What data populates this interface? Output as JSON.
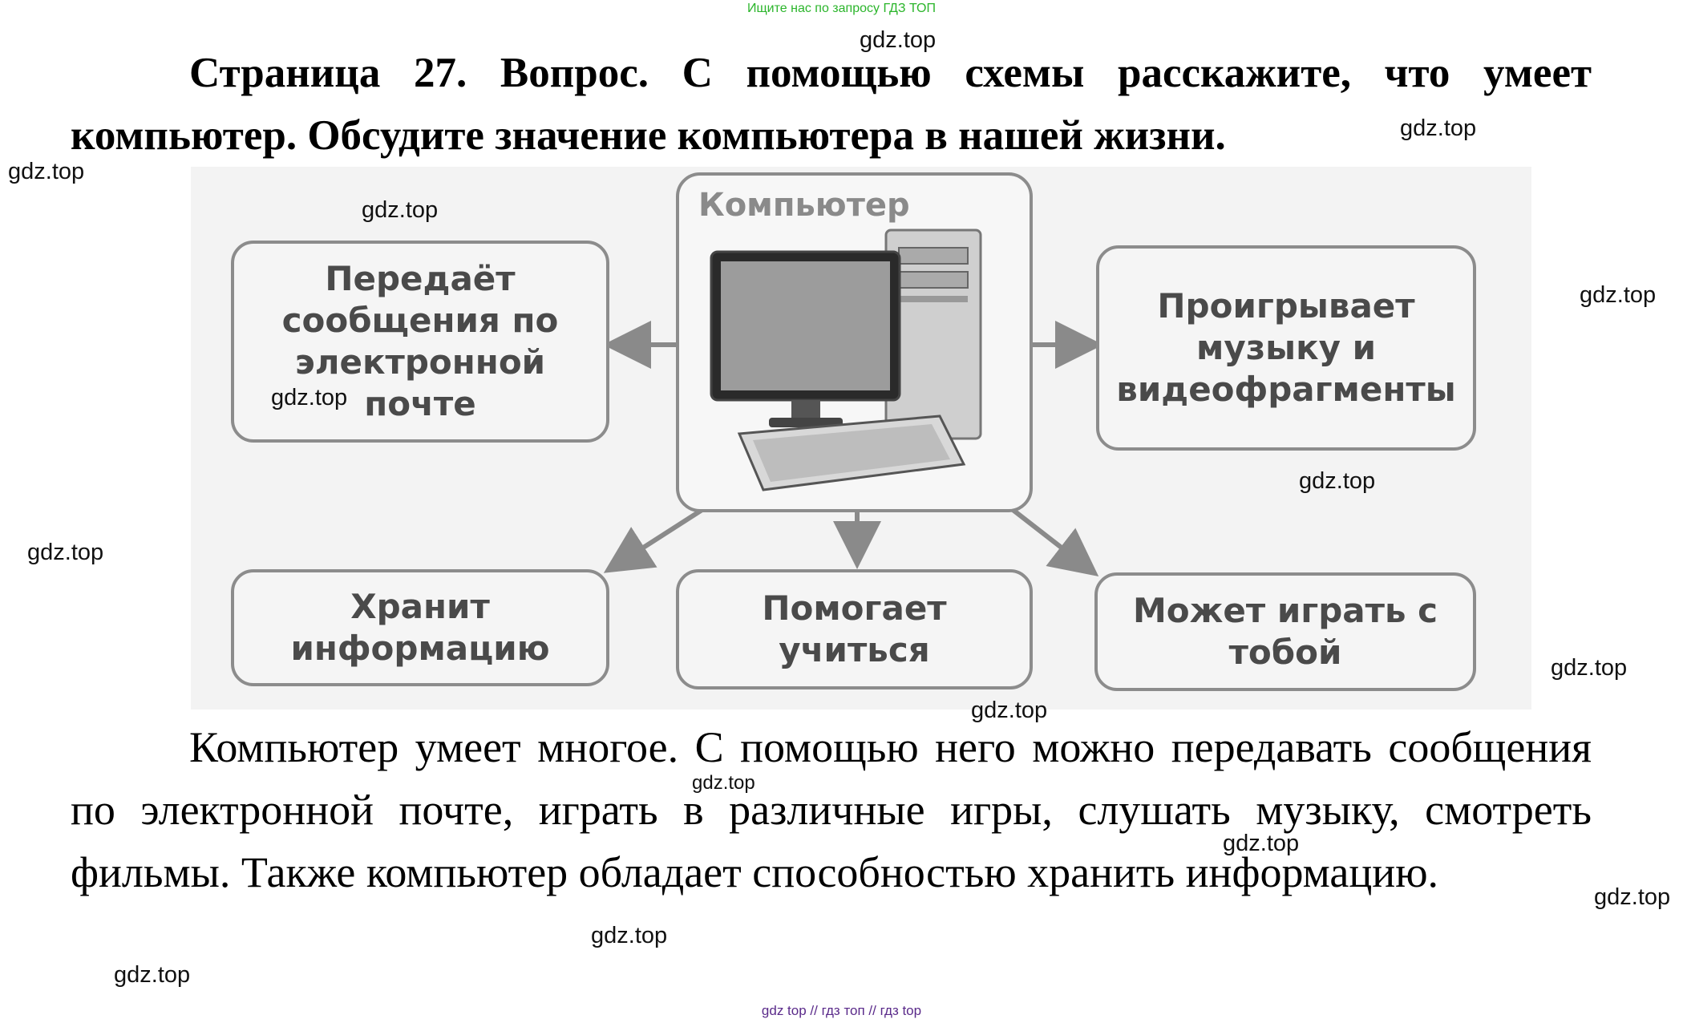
{
  "top_banner": "Ищите нас по запросу ГДЗ ТОП",
  "heading": "Страница 27. Вопрос. С помощью схемы расскажите, что умеет компьютер. Обсудите значение компьютера в нашей жизни.",
  "diagram": {
    "center_label": "Компьютер",
    "boxes": {
      "email": "Передаёт сообщения по электронной почте",
      "media": "Проигрывает музыку и видеофрагменты",
      "store": "Хранит информацию",
      "learn": "Помогает учиться",
      "play": "Может играть с тобой"
    }
  },
  "answer": "Компьютер умеет многое. С помощью него можно передавать сообщения по электронной почте, играть в различные игры, слушать музыку, смотреть фильмы. Также компьютер обладает способностью хранить информацию.",
  "watermark": "gdz.top",
  "footer": "gdz top  //  гдз топ  //  гдз top"
}
